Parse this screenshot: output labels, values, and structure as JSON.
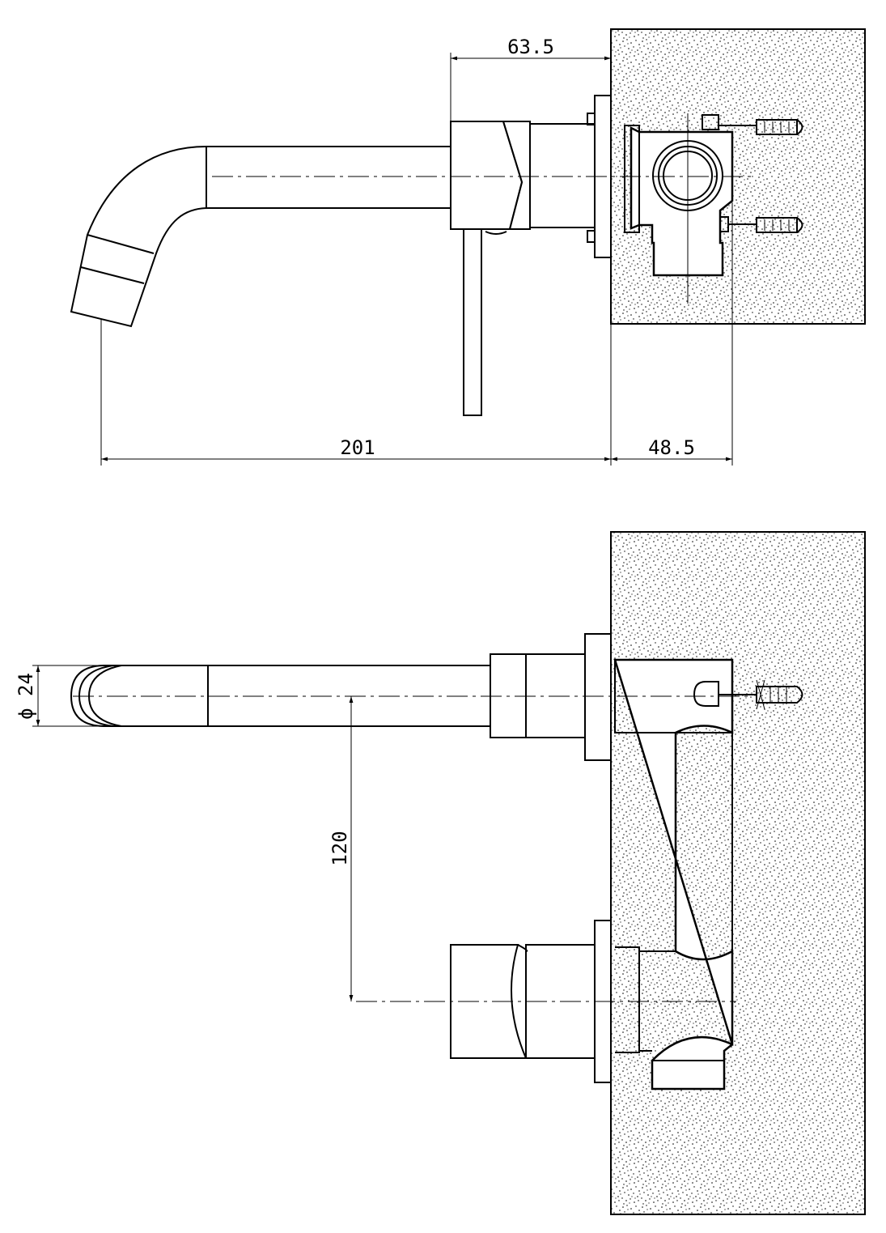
{
  "dimensions": {
    "spout_to_wall": "201",
    "wall_depth": "48.5",
    "body_projection": "63.5",
    "outlet_diameter": "ϕ 24",
    "outlet_spacing": "120"
  }
}
